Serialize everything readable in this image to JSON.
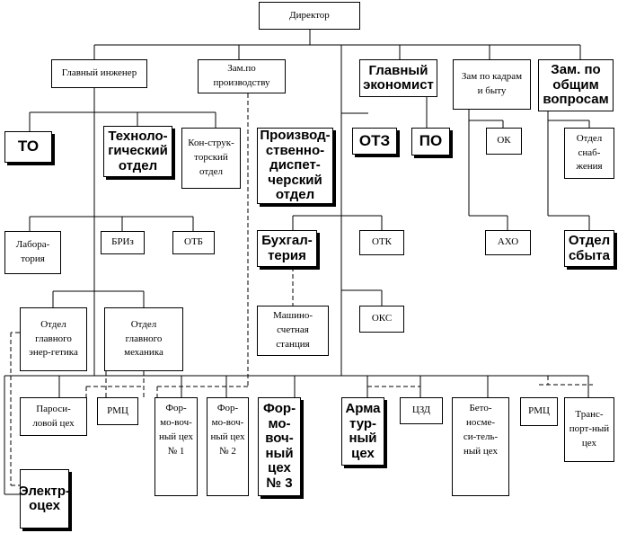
{
  "boxes": {
    "director": "Директор",
    "chief_engineer": "Главный инженер",
    "deputy_production": "Зам.по\nпроизводству",
    "chief_economist": "Главный\nэкономист",
    "deputy_hr": "Зам по кадрам\nи быту",
    "deputy_general": "Зам. по\nобщим\nвопросам",
    "to": "ТО",
    "tech_dept": "Техноло-\nгический\nотдел",
    "design_dept": "Кон-струк-\nторский\nотдел",
    "prod_dispatch": "Производ-\nственно-\nдиспет-\nчерский\nотдел",
    "otz": "ОТЗ",
    "po": "ПО",
    "ok": "ОК",
    "supply": "Отдел\nснаб-\nжения",
    "lab": "Лабора-\nтория",
    "briz": "БРИз",
    "otb": "ОТБ",
    "accounting": "Бухгал-\nтерия",
    "otk": "ОТК",
    "aho": "АХО",
    "sales": "Отдел\nсбыта",
    "chief_energy": "Отдел\nглавного\nэнер-гетика",
    "chief_mech": "Отдел\nглавного\nмеханика",
    "computing": "Машино-\nсчетная\nстанция",
    "oks": "ОКС",
    "steam_shop": "Пароси-\nловой цех",
    "rmc1": "РМЦ",
    "form1": "Фор-\nмо-воч-\nный цех\n№ 1",
    "form2": "Фор-\nмо-воч-\nный цех\n№ 2",
    "form3": "Фор-\nмо-\nвоч-\nный\nцех\n№ 3",
    "rebar": "Арма\nтур-\nный\nцех",
    "czd": "ЦЗД",
    "concrete": "Бето-\nносме-\nси-тель-\nный цех",
    "rmc2": "РМЦ",
    "transport": "Транс-\nпорт-ный\nцех",
    "electro": "Электр-\nоцех"
  }
}
